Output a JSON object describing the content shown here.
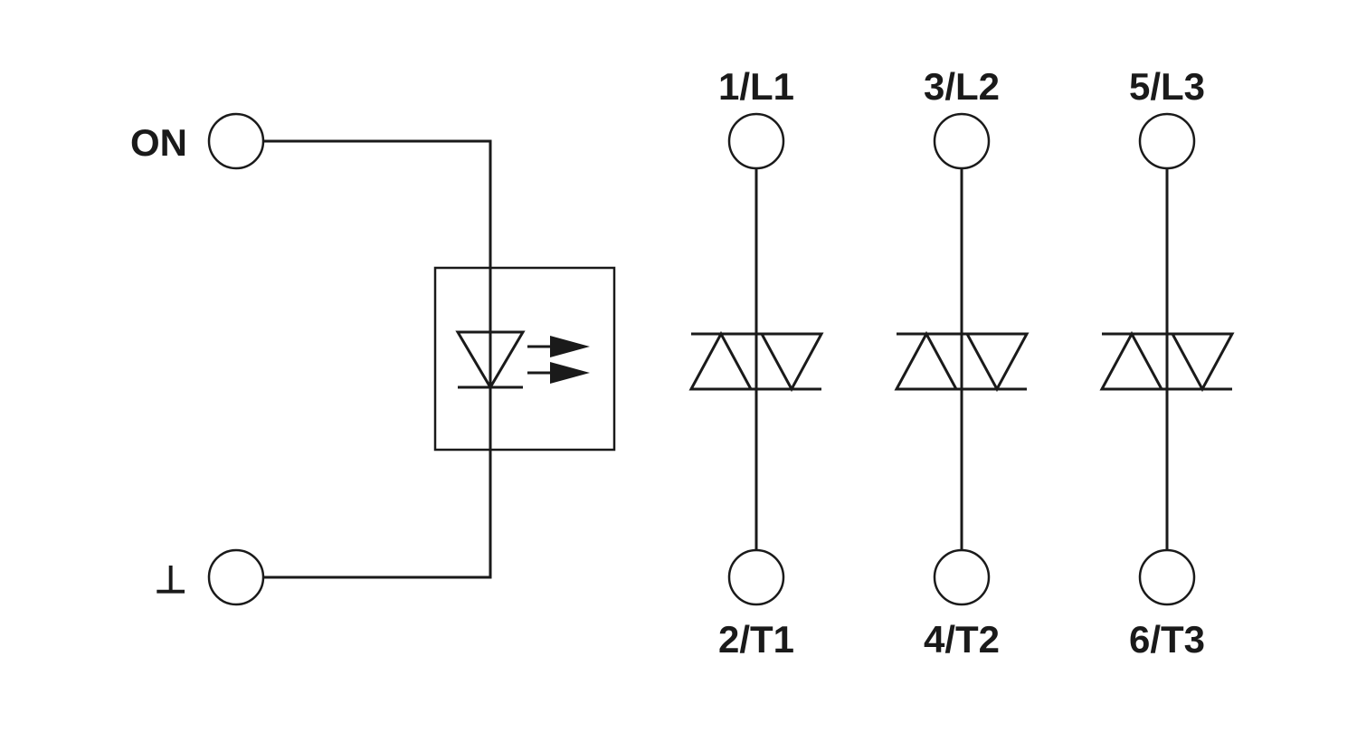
{
  "control": {
    "on_label": "ON",
    "ground_label": "⊥"
  },
  "load": {
    "phases": [
      {
        "line_label": "1/L1",
        "load_label": "2/T1"
      },
      {
        "line_label": "3/L2",
        "load_label": "4/T2"
      },
      {
        "line_label": "5/L3",
        "load_label": "6/T3"
      }
    ]
  }
}
